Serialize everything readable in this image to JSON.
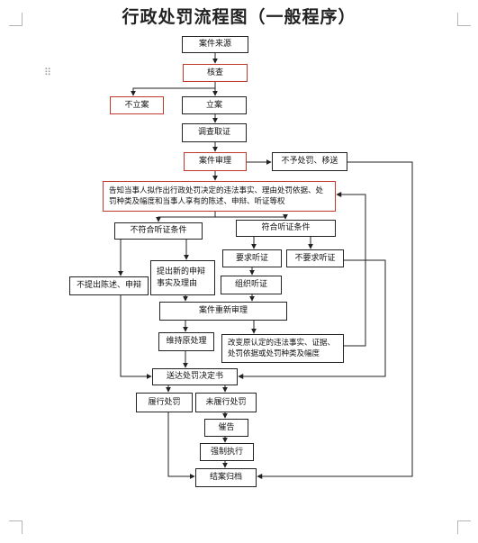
{
  "title": "行政处罚流程图（一般程序）",
  "nodes": {
    "case_source": "案件来源",
    "verify": "核查",
    "not_filed": "不立案",
    "file_case": "立案",
    "investigate": "调查取证",
    "case_review": "案件审理",
    "no_penalty": "不予处罚、移送",
    "notify": "告知当事人拟作出行政处罚决定的违法事实、理由处罚依据、处罚种类及幅度和当事人享有的陈述、申辩、听证等权",
    "no_hearing_cond": "不符合听证条件",
    "hearing_cond": "符合听证条件",
    "request_hearing": "要求听证",
    "no_request_hearing": "不要求听证",
    "no_statement": "不提出陈述、申辩",
    "new_plea": "提出新的申辩事实及理由",
    "org_hearing": "组织听证",
    "re_review": "案件重新审理",
    "keep_original": "维持原处理",
    "change_original": "改变原认定的违法事实、证据、处罚依据或处罚种类及幅度",
    "deliver": "送达处罚决定书",
    "fulfilled": "履行处罚",
    "not_fulfilled": "未履行处罚",
    "urge": "催告",
    "enforce": "强制执行",
    "archive": "结案归档"
  },
  "colors": {
    "line": "#222222",
    "highlight_border": "#c0392b"
  }
}
